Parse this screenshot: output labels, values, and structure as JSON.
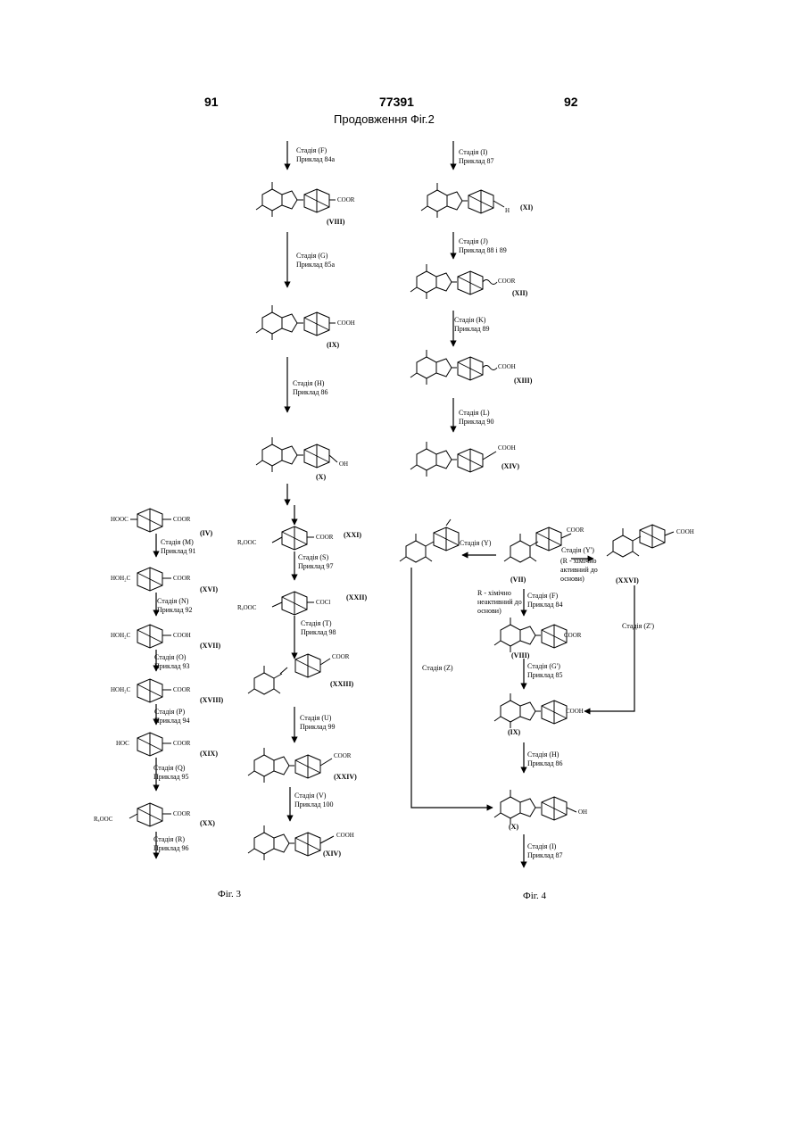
{
  "header": {
    "left_page": "91",
    "patent_number": "77391",
    "right_page": "92",
    "subtitle": "Продовження Фіг.2"
  },
  "fig2_left": {
    "steps": [
      {
        "stage": "Стадія (F)",
        "example": "Приклад 84a"
      },
      {
        "stage": "Стадія (G)",
        "example": "Приклад 85a"
      },
      {
        "stage": "Стадія (H)",
        "example": "Приклад 86"
      }
    ],
    "compounds": [
      {
        "id": "(VIII)",
        "group": "COOR"
      },
      {
        "id": "(IX)",
        "group": "COOH"
      },
      {
        "id": "(X)",
        "group": "OH"
      }
    ]
  },
  "fig2_right": {
    "steps": [
      {
        "stage": "Стадія (I)",
        "example": "Приклад 87"
      },
      {
        "stage": "Стадія (J)",
        "example": "Приклад 88 і 89"
      },
      {
        "stage": "Стадія (K)",
        "example": "Приклад 89"
      },
      {
        "stage": "Стадія (L)",
        "example": "Приклад 90"
      }
    ],
    "compounds": [
      {
        "id": "(XI)",
        "group": "H"
      },
      {
        "id": "(XII)",
        "group": "COOR"
      },
      {
        "id": "(XIII)",
        "group": "COOH"
      },
      {
        "id": "(XIV)",
        "group": "COOH"
      }
    ]
  },
  "fig3_left": {
    "compounds": [
      {
        "id": "(IV)",
        "left": "HOOC",
        "right": "COOR"
      },
      {
        "id": "(XVI)",
        "left": "HOH₂C",
        "right": "COOR"
      },
      {
        "id": "(XVII)",
        "left": "HOH₂C",
        "right": "COOH"
      },
      {
        "id": "(XVIII)",
        "left": "HOH₂C",
        "right": "COOR"
      },
      {
        "id": "(XIX)",
        "left": "HOC",
        "right": "COOR"
      },
      {
        "id": "(XX)",
        "left": "RₐOOC",
        "right": "COOR"
      }
    ],
    "steps": [
      {
        "stage": "Стадія (M)",
        "example": "Приклад 91"
      },
      {
        "stage": "Стадія (N)",
        "example": "Приклад 92"
      },
      {
        "stage": "Стадія (O)",
        "example": "Приклад 93"
      },
      {
        "stage": "Стадія (P)",
        "example": "Приклад 94"
      },
      {
        "stage": "Стадія (Q)",
        "example": "Приклад 95"
      },
      {
        "stage": "Стадія (R)",
        "example": "Приклад 96"
      }
    ]
  },
  "fig3_mid": {
    "compounds": [
      {
        "id": "(XXI)",
        "left": "RₐOOC",
        "right": "COOR"
      },
      {
        "id": "(XXII)",
        "left": "RₐOOC",
        "right": "COCl"
      },
      {
        "id": "(XXIII)",
        "group": "COOR"
      },
      {
        "id": "(XXIV)",
        "group": "COOR"
      },
      {
        "id": "(XIV)",
        "group": "COOH"
      }
    ],
    "steps": [
      {
        "stage": "Стадія (S)",
        "example": "Приклад 97"
      },
      {
        "stage": "Стадія (T)",
        "example": "Приклад 98"
      },
      {
        "stage": "Стадія (U)",
        "example": "Приклад 99"
      },
      {
        "stage": "Стадія (V)",
        "example": "Приклад 100"
      }
    ],
    "caption": "Фіг. 3"
  },
  "fig4": {
    "stage_y": "Стадія (Y)",
    "stage_y2": "Стадія (Y')",
    "note_active": "(R - хімічно активний до основи)",
    "note_inactive": "R - хімічно неактивний до основи)",
    "stage_z": "Стадія (Z)",
    "stage_z2": "Стадія (Z')",
    "compounds": [
      {
        "id": "(VII)",
        "group": "COOR"
      },
      {
        "id": "(XXVI)",
        "group": "COOH"
      },
      {
        "id": "(VIII)",
        "group": "COOR"
      },
      {
        "id": "(IX)",
        "group": "COOH"
      },
      {
        "id": "(X)",
        "group": "OH"
      }
    ],
    "steps": [
      {
        "stage": "Стадія (F)",
        "example": "Приклад 84"
      },
      {
        "stage": "Стадія (G')",
        "example": "Приклад 85"
      },
      {
        "stage": "Стадія (H)",
        "example": "Приклад 86"
      },
      {
        "stage": "Стадія (I)",
        "example": "Приклад 87"
      }
    ],
    "caption": "Фіг. 4"
  }
}
